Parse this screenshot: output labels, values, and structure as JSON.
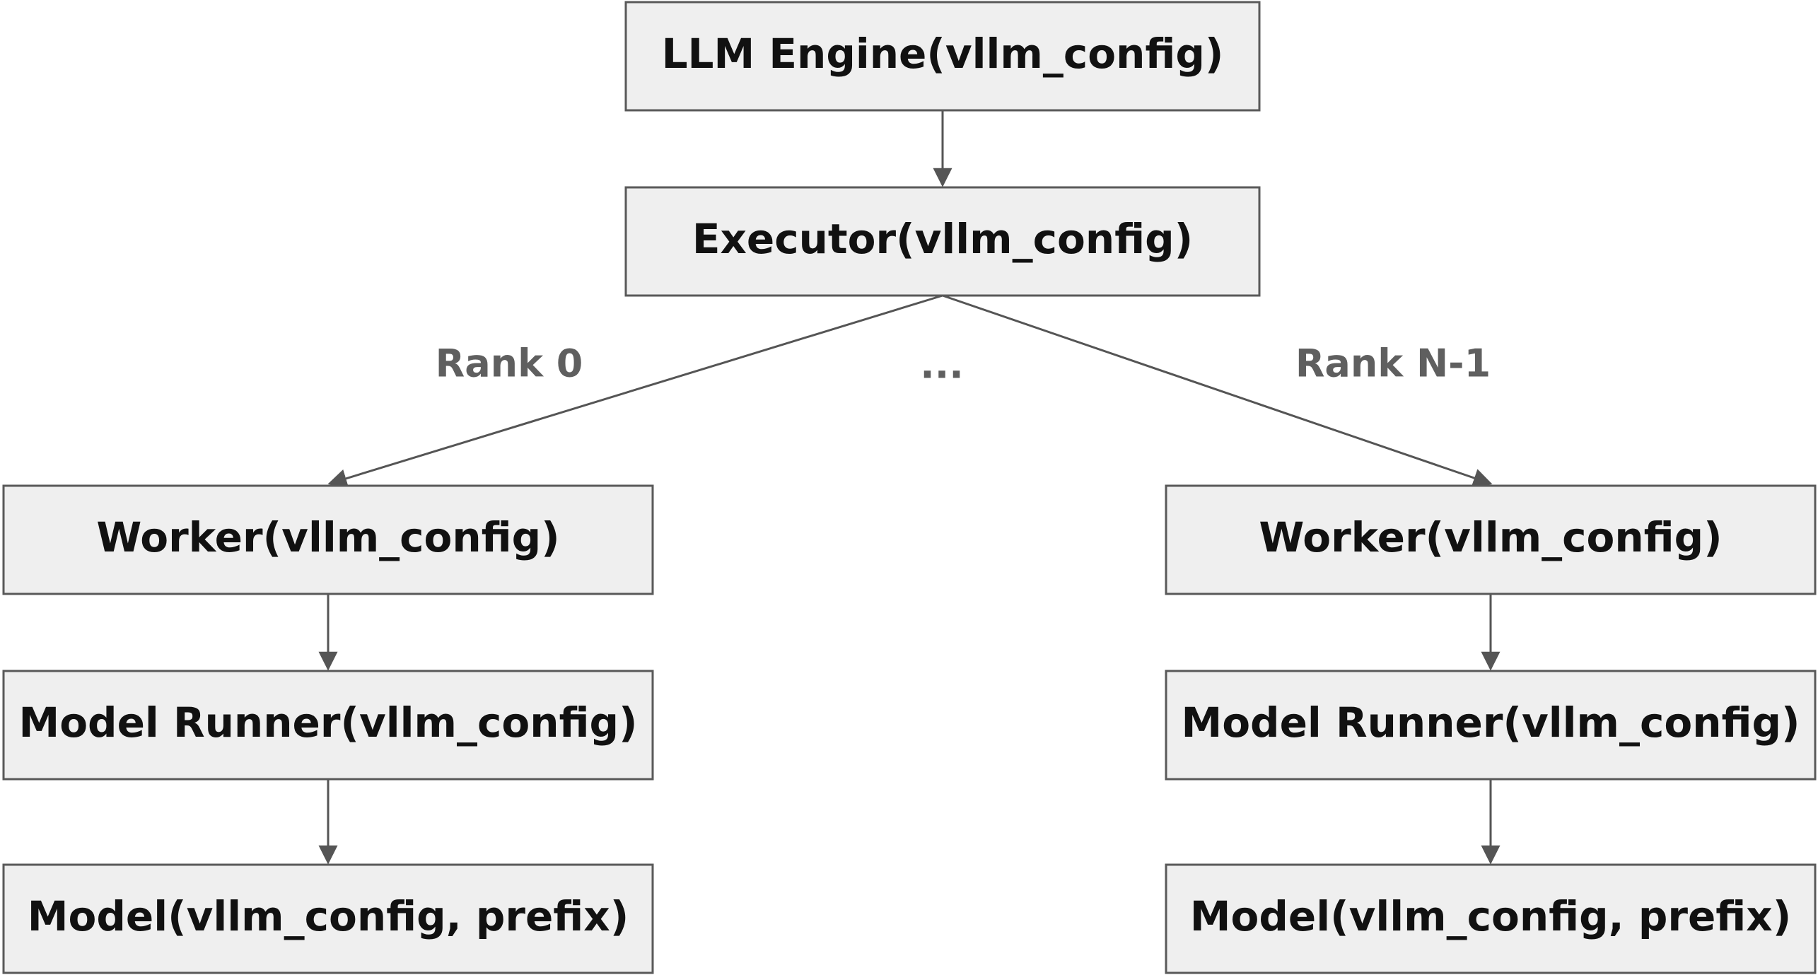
{
  "diagram": {
    "nodes": {
      "engine": "LLM Engine(vllm_config)",
      "executor": "Executor(vllm_config)",
      "worker_left": "Worker(vllm_config)",
      "runner_left": "Model Runner(vllm_config)",
      "model_left": "Model(vllm_config, prefix)",
      "worker_right": "Worker(vllm_config)",
      "runner_right": "Model Runner(vllm_config)",
      "model_right": "Model(vllm_config, prefix)"
    },
    "labels": {
      "rank_first": "Rank 0",
      "ellipsis": "...",
      "rank_last": "Rank N-1"
    },
    "colors": {
      "box_fill": "#efefef",
      "box_border": "#595959",
      "arrow": "#555555",
      "label_gray": "#5f5f5f"
    }
  }
}
